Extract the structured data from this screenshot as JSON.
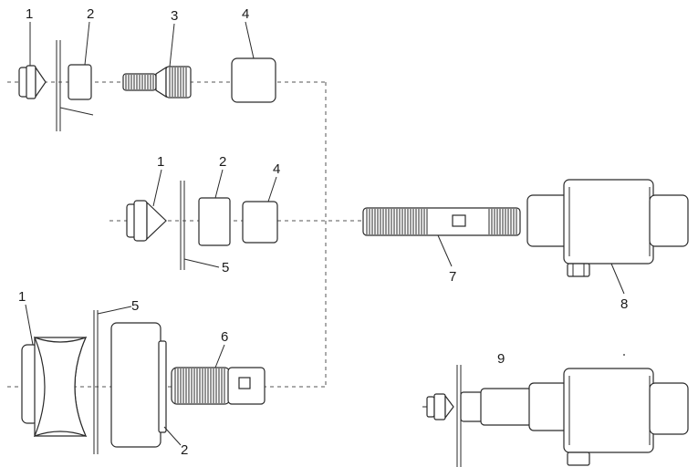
{
  "labels": {
    "top_1": "1",
    "top_2": "2",
    "top_3": "3",
    "top_4": "4",
    "mid_1": "1",
    "mid_2": "2",
    "mid_4": "4",
    "mid_5": "5",
    "bot_1": "1",
    "bot_5": "5",
    "bot_6": "6",
    "bot_2": "2",
    "part_7": "7",
    "part_8": "8",
    "part_9": "9"
  }
}
